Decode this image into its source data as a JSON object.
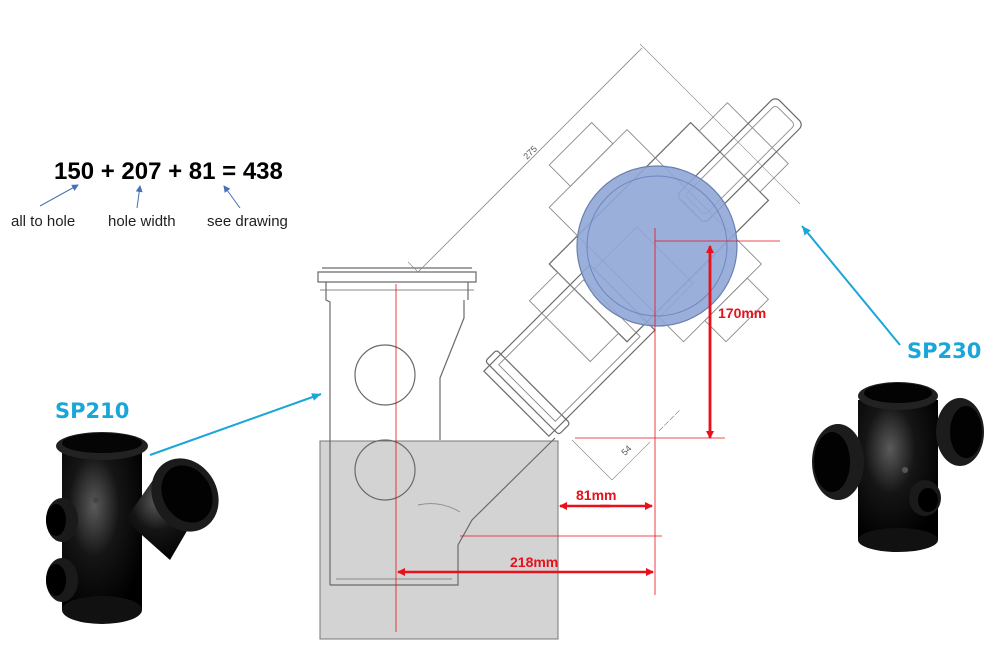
{
  "equation": {
    "text": "150 + 207 + 81 = 438",
    "annotations": [
      "all to hole",
      "hole width",
      "see drawing"
    ]
  },
  "dimensions": {
    "d170": "170mm",
    "d81": "81mm",
    "d218": "218mm",
    "d275": "275",
    "d54": "54"
  },
  "products": {
    "left": "SP210",
    "right": "SP230"
  },
  "colors": {
    "red": "#e8101a",
    "cyan": "#1aa6d8",
    "blue_circle": "#8fa6d6",
    "grey_box": "#d3d3d3"
  }
}
